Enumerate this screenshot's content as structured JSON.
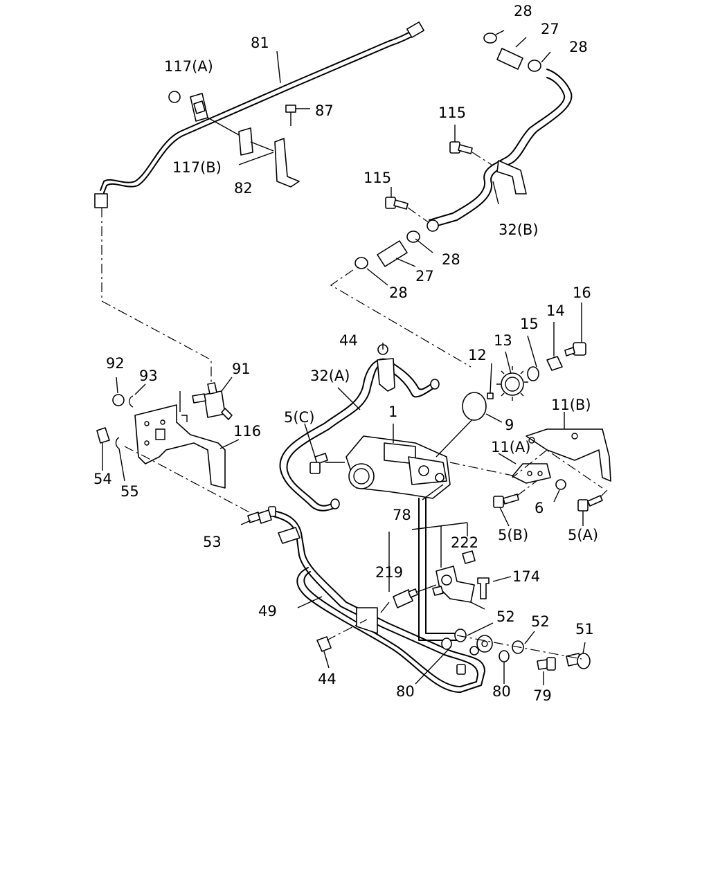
{
  "labels": {
    "l28a": "28",
    "l27a": "27",
    "l28b": "28",
    "l81": "81",
    "l117a": "117(A)",
    "l87": "87",
    "l117b": "117(B)",
    "l82": "82",
    "l115a": "115",
    "l115b": "115",
    "l32b": "32(B)",
    "l28c": "28",
    "l27b": "27",
    "l28d": "28",
    "l16": "16",
    "l14": "14",
    "l15": "15",
    "l13": "13",
    "l44a": "44",
    "l12": "12",
    "l92": "92",
    "l93": "93",
    "l91": "91",
    "l32a": "32(A)",
    "l11b": "11(B)",
    "l5c": "5(C)",
    "l1": "1",
    "l9": "9",
    "l11a": "11(A)",
    "l116": "116",
    "l54": "54",
    "l55": "55",
    "l6": "6",
    "l5b": "5(B)",
    "l5a": "5(A)",
    "l78": "78",
    "l222": "222",
    "l53": "53",
    "l219": "219",
    "l174": "174",
    "l49": "49",
    "l52a": "52",
    "l52b": "52",
    "l51": "51",
    "l44b": "44",
    "l80a": "80",
    "l80b": "80",
    "l79": "79"
  }
}
